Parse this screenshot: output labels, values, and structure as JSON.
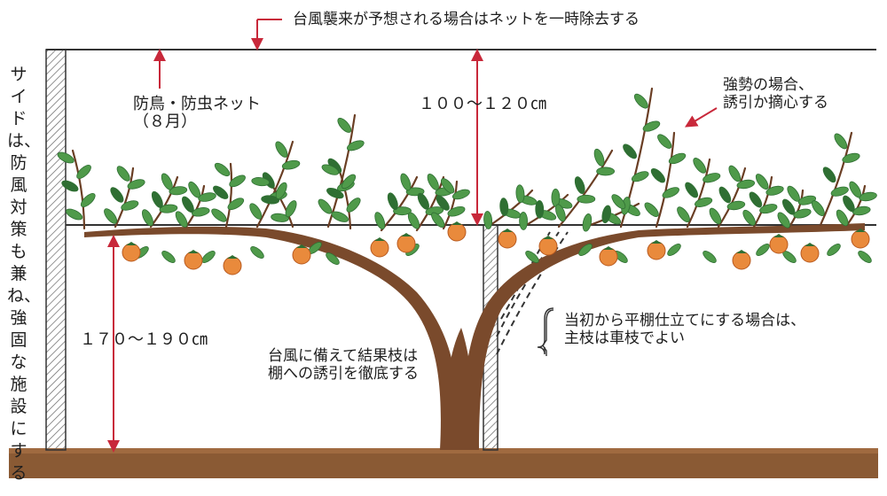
{
  "labels": {
    "typhoon_net": "台風襲来が予想される場合はネットを一時除去する",
    "net_name": "防鳥・防虫ネット",
    "net_month": "（８月）",
    "net_height": "１００～１２０㎝",
    "vigorous_line1": "強勢の場合、",
    "vigorous_line2": "誘引か摘心する",
    "side_note": "サイドは、防風対策も兼ね、強固な施設にする",
    "trellis_height": "１７０～１９０㎝",
    "typhoon_branch_line1": "台風に備えて結果枝は",
    "typhoon_branch_line2": "棚への誘引を徹底する",
    "flat_trellis_line1": "当初から平棚仕立てにする場合は、",
    "flat_trellis_line2": "主枝は車枝でよい"
  },
  "colors": {
    "trunk": "#7a4a2c",
    "trunk_dark": "#5e3720",
    "leaf": "#4f9a4a",
    "leaf_dark": "#2f6f33",
    "fruit": "#e98a3c",
    "fruit_dark": "#b85a20",
    "arrow": "#c8283a",
    "ground": "#8a5a34",
    "post_hatch": "#555555"
  }
}
